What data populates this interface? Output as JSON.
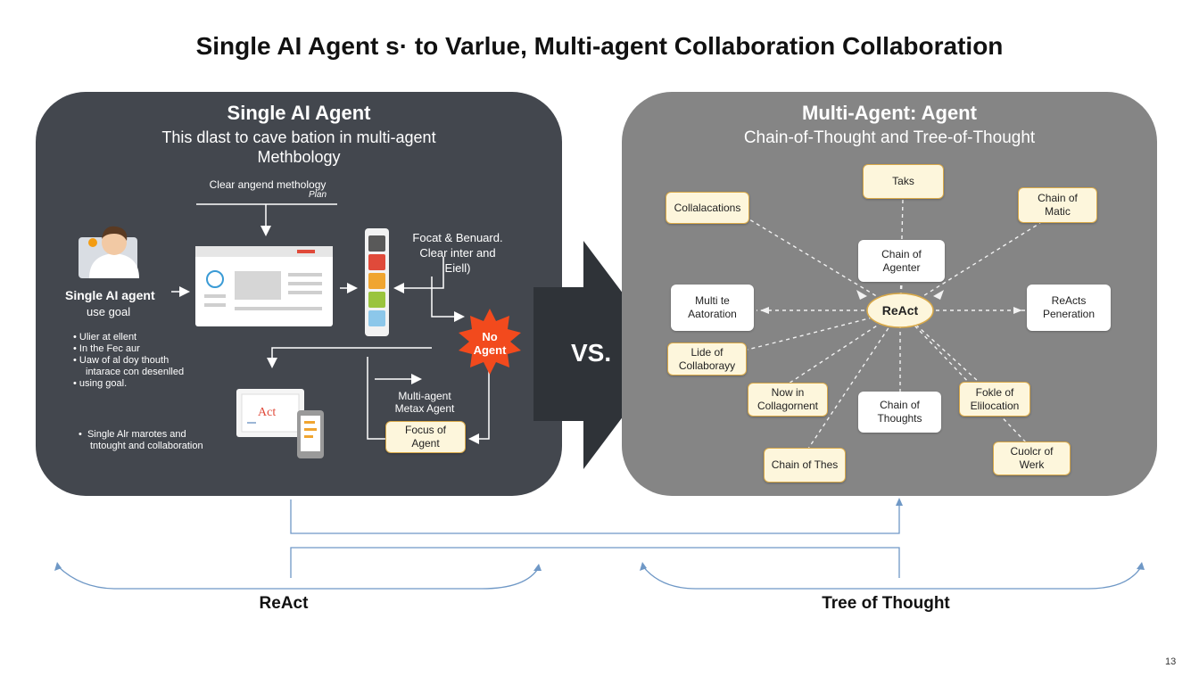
{
  "title": "Single AI Agent s· to Varlue, Multi-agent Collaboration Collaboration",
  "left": {
    "heading": "Single AI Agent",
    "subtitle_line1": "This dlast to cave bation in multi-agent",
    "subtitle_line2": "Methbology",
    "flow_label_line1": "Clear angend methology",
    "flow_label_line2": "Plan",
    "agent_label_line1": "Single AI agent",
    "agent_label_line2": "use goal",
    "bullets": [
      "Ulier at ellent",
      "In the Fec aur",
      "Uaw of al doy thouth",
      "intarace con desenlled",
      "using goal."
    ],
    "bullet_bottom_line1": "Single Alr marotes and",
    "bullet_bottom_line2": "tntought and collaboration",
    "right_note_line1": "Focat & Benuard.",
    "right_note_line2": "Clear inter and",
    "right_note_line3": "Eiell)",
    "badge_line1": "No",
    "badge_line2": "Agent",
    "react_card": "Act",
    "multi_label_line1": "Multi-agent",
    "multi_label_line2": "Metax Agent",
    "focus_box": "Focus of Agent",
    "palette_colors": [
      "#595959",
      "#e04a3a",
      "#f0a530",
      "#9ac43d",
      "#8cc7ea"
    ]
  },
  "vs_label": "VS.",
  "right": {
    "heading": "Multi-Agent: Agent",
    "subtitle": "Chain-of-Thought  and Tree-of-Thought",
    "center": "ReAct",
    "nodes": {
      "talks": "Taks",
      "collab": "Collalacations",
      "chain_matic": "Chain of Matic",
      "chain_agenter": "Chain of Agenter",
      "multi_automation": "Multi te Aatoration",
      "react_peneration": "ReActs Peneration",
      "lide": "Lide of Collaborayy",
      "now_in": "Now in Collagornent",
      "chain_thoughts": "Chain of Thoughts",
      "fokle": "Fokle of Elilocation",
      "chain_thes": "Chain of Thes",
      "cuolcr": "Cuolcr of Werk"
    }
  },
  "bottom": {
    "left_label": "ReAct",
    "right_label": "Tree of Thought"
  },
  "page_number": "13",
  "colors": {
    "left_panel": "#43474e",
    "right_panel": "#858585",
    "arrow": "#2f3338",
    "badge": "#f24a1d",
    "connector": "#6f98c6"
  }
}
